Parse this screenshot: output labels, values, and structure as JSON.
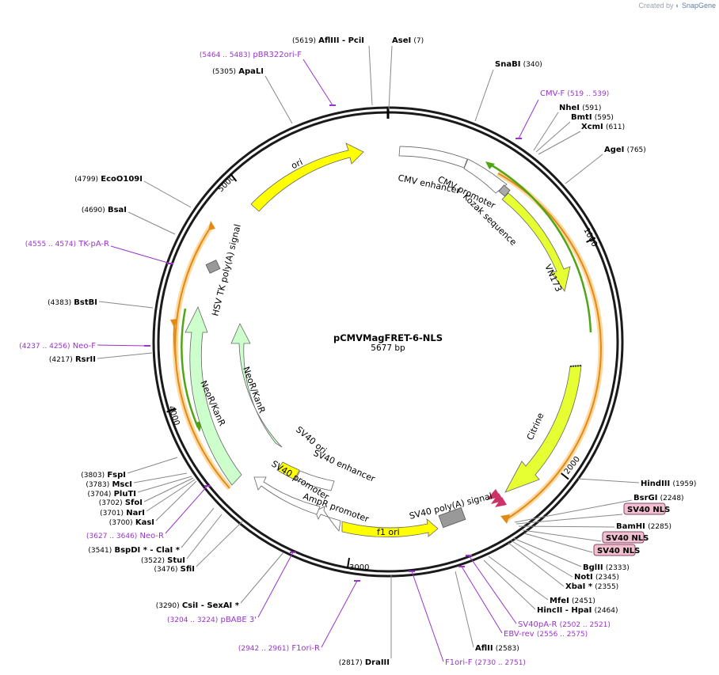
{
  "credit": {
    "prefix": "Created by",
    "brand": "SnapGene"
  },
  "plasmid": {
    "name": "pCMVMagFRET-6-NLS",
    "size_label": "5677 bp",
    "length": 5677
  },
  "ticks": [
    {
      "pos": 1000,
      "label": "1000"
    },
    {
      "pos": 2000,
      "label": "2000"
    },
    {
      "pos": 3000,
      "label": "3000"
    },
    {
      "pos": 4000,
      "label": "4000"
    },
    {
      "pos": 5000,
      "label": "5000"
    }
  ],
  "sites": [
    {
      "name": "AseI",
      "loc": "(7)",
      "color": "#000000"
    },
    {
      "name": "SnaBI",
      "loc": "(340)",
      "color": "#000000"
    },
    {
      "name": "CMV-F",
      "loc": "(519 .. 539)",
      "color": "#9933cc"
    },
    {
      "name": "NheI",
      "loc": "(591)",
      "color": "#000000"
    },
    {
      "name": "BmtI",
      "loc": "(595)",
      "color": "#000000"
    },
    {
      "name": "XcmI",
      "loc": "(611)",
      "color": "#000000"
    },
    {
      "name": "AgeI",
      "loc": "(765)",
      "color": "#000000"
    },
    {
      "name": "HindIII",
      "loc": "(1959)",
      "color": "#000000"
    },
    {
      "name": "BsrGI",
      "loc": "(2248)",
      "color": "#000000"
    },
    {
      "name": "SV40 NLS",
      "loc": "",
      "color": "#000000",
      "boxed": true
    },
    {
      "name": "BamHI",
      "loc": "(2285)",
      "color": "#000000"
    },
    {
      "name": "SV40 NLS",
      "loc": "",
      "color": "#000000",
      "boxed": true
    },
    {
      "name": "SV40 NLS",
      "loc": "",
      "color": "#000000",
      "boxed": true
    },
    {
      "name": "BglII",
      "loc": "(2333)",
      "color": "#000000"
    },
    {
      "name": "NotI",
      "loc": "(2345)",
      "color": "#000000"
    },
    {
      "name": "XbaI *",
      "loc": "(2355)",
      "color": "#000000"
    },
    {
      "name": "MfeI",
      "loc": "(2451)",
      "color": "#000000"
    },
    {
      "name": "HincII - HpaI",
      "loc": "(2464)",
      "color": "#000000"
    },
    {
      "name": "SV40pA-R",
      "loc": "(2502 .. 2521)",
      "color": "#9933cc"
    },
    {
      "name": "EBV-rev",
      "loc": "(2556 .. 2575)",
      "color": "#9933cc"
    },
    {
      "name": "AflII",
      "loc": "(2583)",
      "color": "#000000"
    },
    {
      "name": "F1ori-F",
      "loc": "(2730 .. 2751)",
      "color": "#9933cc"
    },
    {
      "name": "DraIII",
      "loc": "(2817)",
      "color": "#000000"
    },
    {
      "name": "F1ori-R",
      "loc": "(2942 .. 2961)",
      "color": "#9933cc"
    },
    {
      "name": "pBABE 3'",
      "loc": "(3204 .. 3224)",
      "color": "#9933cc"
    },
    {
      "name": "CsiI - SexAI *",
      "loc": "(3290)",
      "color": "#000000"
    },
    {
      "name": "SfiI",
      "loc": "(3476)",
      "color": "#000000"
    },
    {
      "name": "StuI",
      "loc": "(3522)",
      "color": "#000000"
    },
    {
      "name": "BspDI * - ClaI *",
      "loc": "(3541)",
      "color": "#000000"
    },
    {
      "name": "Neo-R",
      "loc": "(3627 .. 3646)",
      "color": "#9933cc"
    },
    {
      "name": "KasI",
      "loc": "(3700)",
      "color": "#000000"
    },
    {
      "name": "NarI",
      "loc": "(3701)",
      "color": "#000000"
    },
    {
      "name": "SfoI",
      "loc": "(3702)",
      "color": "#000000"
    },
    {
      "name": "PluTI",
      "loc": "(3704)",
      "color": "#000000"
    },
    {
      "name": "MscI",
      "loc": "(3783)",
      "color": "#000000"
    },
    {
      "name": "FspI",
      "loc": "(3803)",
      "color": "#000000"
    },
    {
      "name": "RsrII",
      "loc": "(4217)",
      "color": "#000000"
    },
    {
      "name": "Neo-F",
      "loc": "(4237 .. 4256)",
      "color": "#9933cc"
    },
    {
      "name": "BstBI",
      "loc": "(4383)",
      "color": "#000000"
    },
    {
      "name": "TK-pA-R",
      "loc": "(4555 .. 4574)",
      "color": "#9933cc"
    },
    {
      "name": "BsaI",
      "loc": "(4690)",
      "color": "#000000"
    },
    {
      "name": "EcoO109I",
      "loc": "(4799)",
      "color": "#000000"
    },
    {
      "name": "ApaLI",
      "loc": "(5305)",
      "color": "#000000"
    },
    {
      "name": "pBR322ori-F",
      "loc": "(5464 .. 5483)",
      "color": "#9933cc"
    },
    {
      "name": "AflIII - PciI",
      "loc": "(5619)",
      "color": "#000000"
    }
  ],
  "features": [
    {
      "name": "CMV enhancer",
      "color": "#ffffff"
    },
    {
      "name": "CMV promoter",
      "color": "#ffffff"
    },
    {
      "name": "Kozak sequence",
      "color": "#999999"
    },
    {
      "name": "VN173",
      "color": "#e6ff33"
    },
    {
      "name": "Citrine",
      "color": "#e6ff33"
    },
    {
      "name": "SV40 poly(A) signal",
      "color": "#999999"
    },
    {
      "name": "f1 ori",
      "color": "#ffff00"
    },
    {
      "name": "AmpR promoter",
      "color": "#ffffff"
    },
    {
      "name": "SV40 promoter",
      "color": "#ffffff"
    },
    {
      "name": "SV40 ori",
      "color": "#ffff00"
    },
    {
      "name": "SV40 enhancer",
      "color": "#ffffff"
    },
    {
      "name": "NeoR/KanR",
      "color": "#ccffcc"
    },
    {
      "name": "NeoR/KanR",
      "color": "#ccffcc"
    },
    {
      "name": "HSV TK poly(A) signal",
      "color": "#999999"
    },
    {
      "name": "ori",
      "color": "#ffff00"
    }
  ]
}
